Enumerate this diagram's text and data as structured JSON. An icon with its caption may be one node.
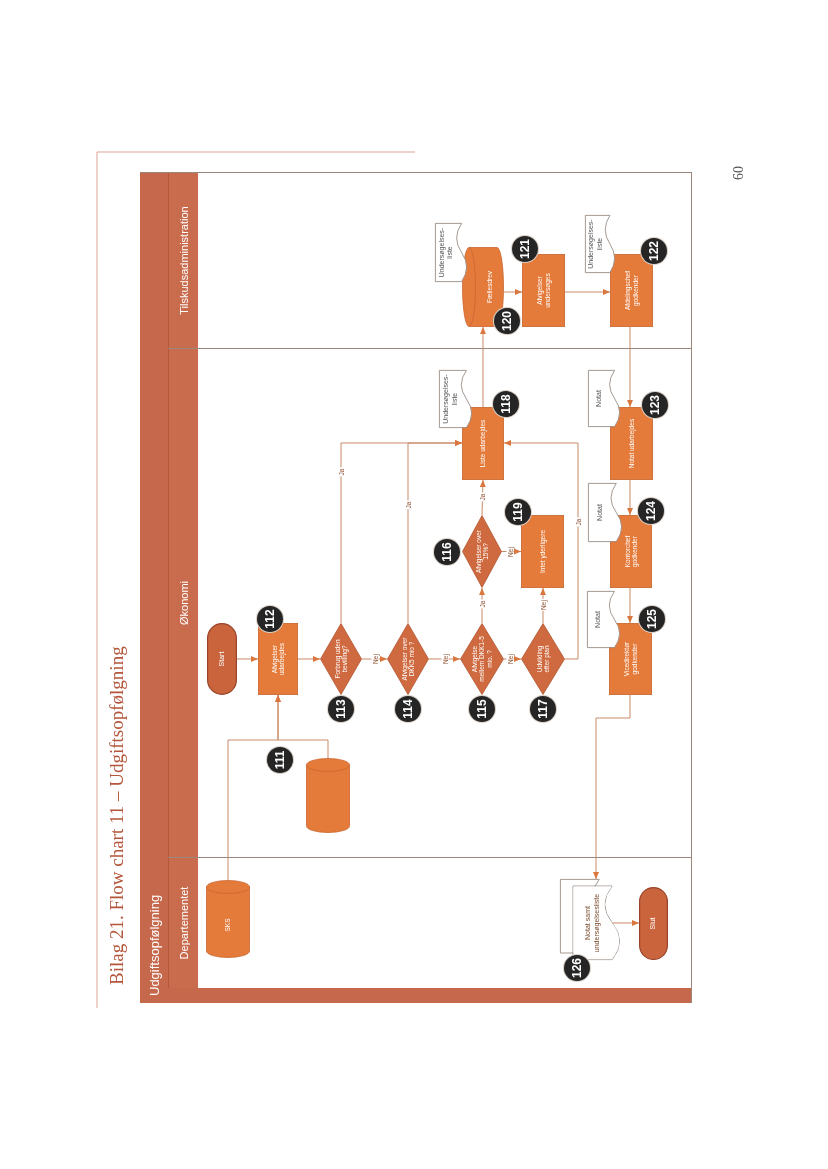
{
  "diagram": {
    "title": "Bilag 21. Flow chart 11 – Udgiftsopfølgning",
    "nodes": [
      {
        "text": [
          "Udgiftsopfølgning"
        ]
      },
      {
        "text": [
          "Departementet"
        ],
        "in": 0
      },
      {
        "text": [
          "Økonomi"
        ],
        "in": 0
      },
      {
        "text": [
          "Tilskudsadministration"
        ],
        "in": 0
      },
      {
        "text": [
          "SKS"
        ],
        "in": 1
      },
      {
        "text": [],
        "shape": "cylinder",
        "in": 2,
        "beside": [
          "111"
        ]
      },
      {
        "text": [
          "Start"
        ],
        "in": 2
      },
      {
        "text": [
          "Afvigelser udarbejdes"
        ],
        "in": 2,
        "beside": [
          "112"
        ]
      },
      {
        "text": [
          "Forbrug uden bevilling?"
        ],
        "in": 2,
        "beside": [
          "113"
        ]
      },
      {
        "text": [
          "Afvigelser over DKK5 mio ?"
        ],
        "in": 2,
        "beside": [
          "114"
        ]
      },
      {
        "text": [
          "Afvigelse mellem DKK1-5 mio. ?"
        ],
        "in": 2,
        "beside": [
          "115"
        ]
      },
      {
        "text": [
          "Afvigelser over 15%?"
        ],
        "in": 2,
        "beside": [
          "116"
        ]
      },
      {
        "text": [
          "Udvikling efter plan"
        ],
        "in": 2,
        "beside": [
          "117"
        ]
      },
      {
        "text": [
          "Liste udarbejdes"
        ],
        "in": 2,
        "beside": [
          "118"
        ]
      },
      {
        "text": [
          "Undersøgelses-liste"
        ],
        "in": 2
      },
      {
        "text": [
          "Intet yderligere"
        ],
        "in": 2,
        "beside": [
          "119"
        ]
      },
      {
        "text": [
          "Fællesdrev"
        ],
        "in": 3,
        "beside": [
          "120"
        ]
      },
      {
        "text": [
          "Undersøgelses-liste"
        ],
        "in": 3
      },
      {
        "text": [
          "Afvigelser undersøges"
        ],
        "in": 3,
        "beside": [
          "121"
        ]
      },
      {
        "text": [
          "Afdelingschef godkender"
        ],
        "in": 3,
        "beside": [
          "122"
        ]
      },
      {
        "text": [
          "Undersøgelses-liste"
        ],
        "in": 3
      },
      {
        "text": [
          "Notat udarbejdes"
        ],
        "in": 2,
        "beside": [
          "123"
        ]
      },
      {
        "text": [
          "Notat"
        ],
        "in": 2
      },
      {
        "text": [
          "Kontorchef godkender"
        ],
        "in": 2,
        "beside": [
          "124"
        ]
      },
      {
        "text": [
          "Notat"
        ],
        "in": 2
      },
      {
        "text": [
          "Vicedirektør godkender"
        ],
        "in": 2,
        "beside": [
          "125"
        ]
      },
      {
        "text": [
          "Notat"
        ],
        "in": 2
      },
      {
        "text": [
          "Notat samt undersøgelsesliste"
        ],
        "in": 1,
        "beside": [
          "126"
        ]
      },
      {
        "text": [
          "Slut"
        ],
        "in": 1
      }
    ],
    "edges": [
      {
        "from": 4,
        "to": 7,
        "arrow": "to"
      },
      {
        "from": 5,
        "to": 7,
        "arrow": "to"
      },
      {
        "from": 6,
        "to": 7,
        "arrow": "to"
      },
      {
        "from": 7,
        "to": 8,
        "arrow": "to"
      },
      {
        "from": 8,
        "to": 9,
        "arrow": "to",
        "label": "Nej"
      },
      {
        "from": 8,
        "to": 13,
        "arrow": "to",
        "label": "Ja"
      },
      {
        "from": 9,
        "to": 10,
        "arrow": "to",
        "label": "Nej"
      },
      {
        "from": 9,
        "to": 13,
        "arrow": "to",
        "label": "Ja"
      },
      {
        "from": 10,
        "to": 11,
        "arrow": "to",
        "label": "Ja"
      },
      {
        "from": 10,
        "to": 12,
        "arrow": "to",
        "label": "Nej"
      },
      {
        "from": 11,
        "to": 13,
        "arrow": "to",
        "label": "Ja"
      },
      {
        "from": 11,
        "to": 15,
        "arrow": "to",
        "label": "Nej"
      },
      {
        "from": 12,
        "to": 15,
        "arrow": "to",
        "label": "Nej"
      },
      {
        "from": 12,
        "to": 13,
        "arrow": "to",
        "label": "Ja"
      },
      {
        "from": 13,
        "to": 16,
        "arrow": "to"
      },
      {
        "from": 16,
        "to": 18,
        "arrow": "to"
      },
      {
        "from": 18,
        "to": 19,
        "arrow": "to"
      },
      {
        "from": 19,
        "to": 21,
        "arrow": "to"
      },
      {
        "from": 21,
        "to": 23,
        "arrow": "to"
      },
      {
        "from": 23,
        "to": 25,
        "arrow": "to"
      },
      {
        "from": 25,
        "to": 27,
        "arrow": "to"
      },
      {
        "from": 27,
        "to": 28,
        "arrow": "to"
      }
    ],
    "labels": [
      "60"
    ]
  }
}
